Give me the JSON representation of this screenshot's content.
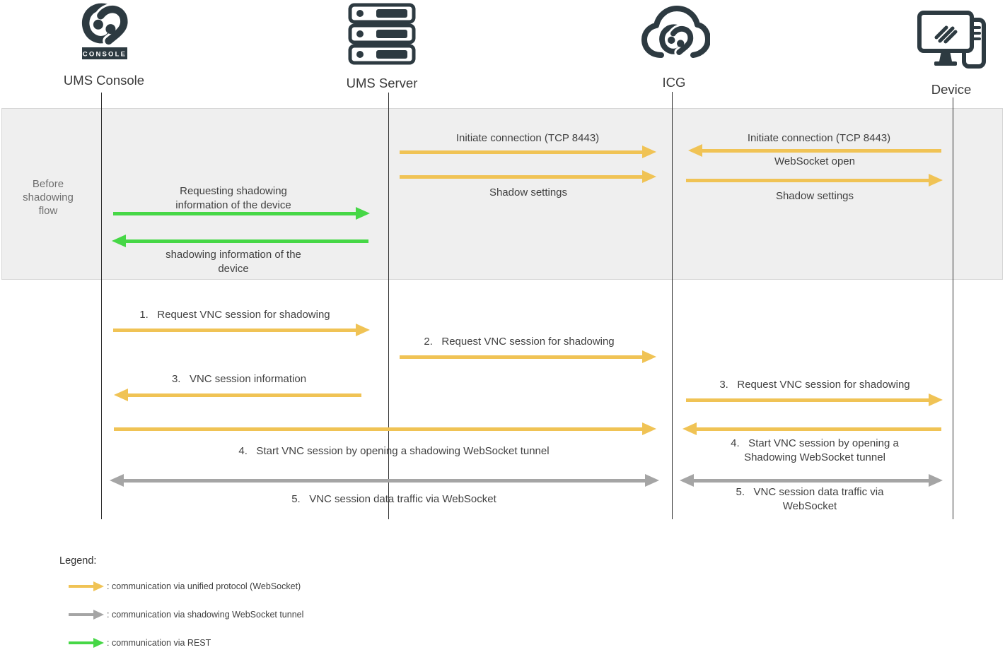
{
  "diagram": {
    "actors": [
      {
        "label": "UMS Console",
        "icon": "igel-console-icon"
      },
      {
        "label": "UMS Server",
        "icon": "server-stack-icon"
      },
      {
        "label": "ICG",
        "icon": "cloud-igel-icon"
      },
      {
        "label": "Device",
        "icon": "device-monitor-icon"
      }
    ],
    "console_badge": "CONSOLE",
    "phase_band": {
      "label": "Before\nshadowing\nflow"
    },
    "colors": {
      "unified_protocol_arrow": "#f0c355",
      "shadowing_tunnel_arrow": "#a5a5a5",
      "rest_arrow": "#46d746",
      "icon_dark": "#2d3a41",
      "band_background": "#efefef"
    },
    "messages": {
      "init_conn_server_icg": "Initiate connection (TCP 8443)",
      "shadow_settings_server_icg": "Shadow settings",
      "init_conn_device_icg": "Initiate connection (TCP 8443)",
      "websocket_open": "WebSocket open",
      "shadow_settings_icg_device": "Shadow settings",
      "request_shadow_info": "Requesting shadowing\ninformation of the device",
      "shadow_info_response": "shadowing information of the\ndevice",
      "step1_request_vnc": "1.   Request VNC session for shadowing",
      "step2_request_vnc": "2.   Request VNC session for shadowing",
      "step3_vnc_info": "3.   VNC session information",
      "step3_request_vnc_device": "3.   Request VNC session for shadowing",
      "step4_start_vnc": "4.   Start VNC session by opening a shadowing WebSocket tunnel",
      "step4_start_vnc_device": "4.   Start VNC session by opening a\nShadowing WebSocket tunnel",
      "step5_traffic": "5.   VNC session data traffic via WebSocket",
      "step5_traffic_device": "5.   VNC session data traffic via\nWebSocket"
    },
    "legend": {
      "title": "Legend:",
      "items": [
        {
          "key": "unified",
          "label": ": communication via unified protocol (WebSocket)"
        },
        {
          "key": "tunnel",
          "label": ": communication via shadowing WebSocket tunnel"
        },
        {
          "key": "rest",
          "label": ": communication via REST"
        }
      ]
    }
  }
}
